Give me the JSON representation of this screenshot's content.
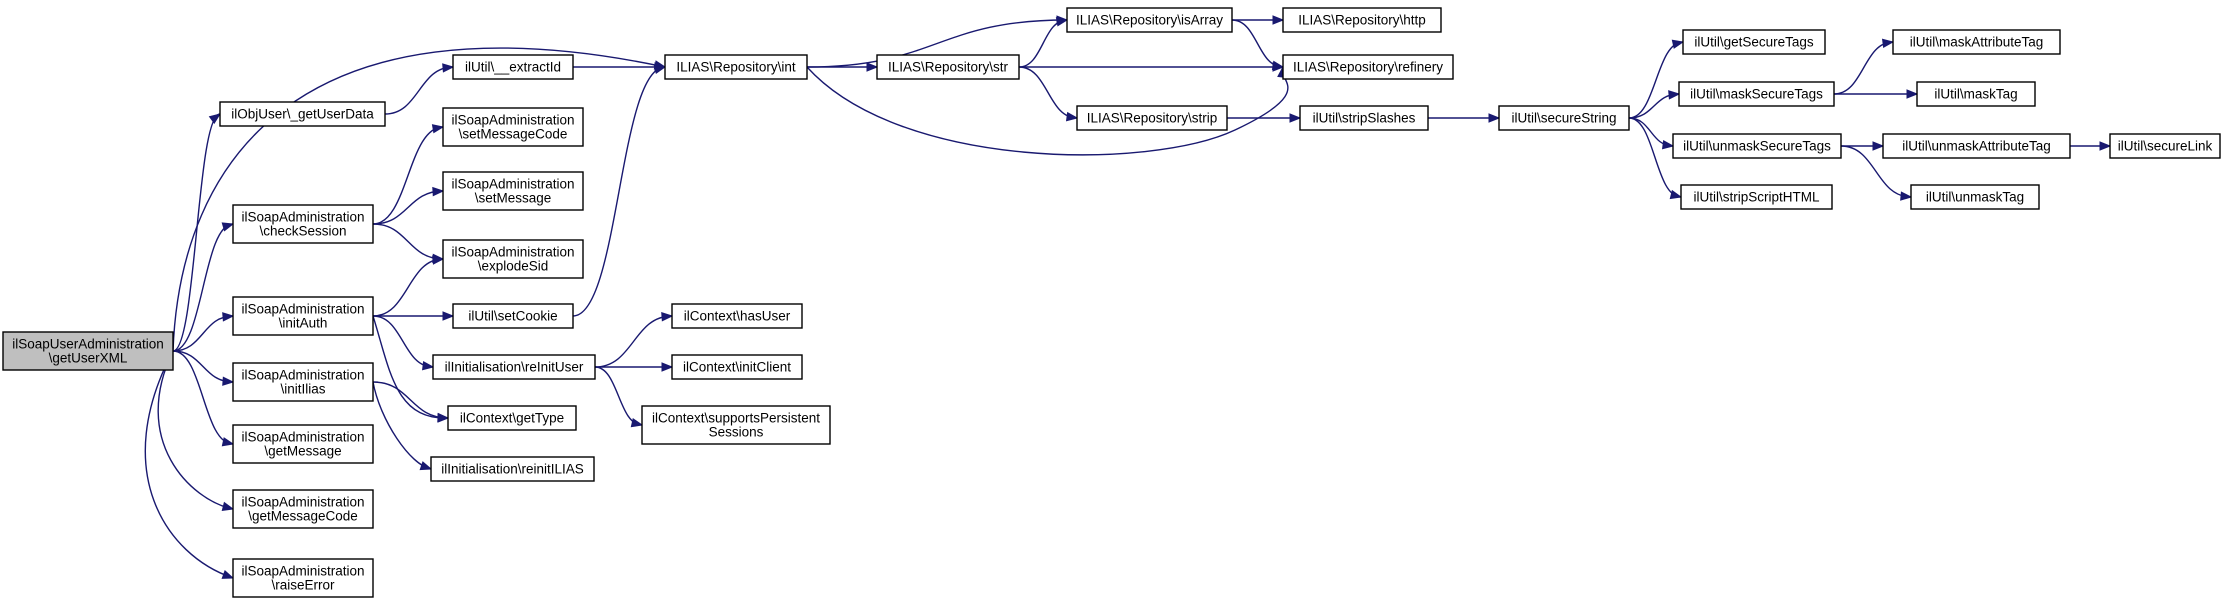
{
  "diagram": {
    "nodes": [
      {
        "id": "root",
        "lines": [
          "ilSoapUserAdministration",
          "\\getUserXML"
        ],
        "root": true
      },
      {
        "id": "getUserData",
        "lines": [
          "ilObjUser\\_getUserData"
        ]
      },
      {
        "id": "checkSession",
        "lines": [
          "ilSoapAdministration",
          "\\checkSession"
        ]
      },
      {
        "id": "initAuth",
        "lines": [
          "ilSoapAdministration",
          "\\initAuth"
        ]
      },
      {
        "id": "initIlias",
        "lines": [
          "ilSoapAdministration",
          "\\initIlias"
        ]
      },
      {
        "id": "getMessage",
        "lines": [
          "ilSoapAdministration",
          "\\getMessage"
        ]
      },
      {
        "id": "getMessageCode",
        "lines": [
          "ilSoapAdministration",
          "\\getMessageCode"
        ]
      },
      {
        "id": "raiseError",
        "lines": [
          "ilSoapAdministration",
          "\\raiseError"
        ]
      },
      {
        "id": "extractId",
        "lines": [
          "ilUtil\\__extractId"
        ]
      },
      {
        "id": "setMessageCode",
        "lines": [
          "ilSoapAdministration",
          "\\setMessageCode"
        ]
      },
      {
        "id": "setMessage",
        "lines": [
          "ilSoapAdministration",
          "\\setMessage"
        ]
      },
      {
        "id": "explodeSid",
        "lines": [
          "ilSoapAdministration",
          "\\explodeSid"
        ]
      },
      {
        "id": "setCookie",
        "lines": [
          "ilUtil\\setCookie"
        ]
      },
      {
        "id": "reInitUser",
        "lines": [
          "ilInitialisation\\reInitUser"
        ]
      },
      {
        "id": "getType",
        "lines": [
          "ilContext\\getType"
        ]
      },
      {
        "id": "reinitILIAS",
        "lines": [
          "ilInitialisation\\reinitILIAS"
        ]
      },
      {
        "id": "repoInt",
        "lines": [
          "ILIAS\\Repository\\int"
        ]
      },
      {
        "id": "hasUser",
        "lines": [
          "ilContext\\hasUser"
        ]
      },
      {
        "id": "initClient",
        "lines": [
          "ilContext\\initClient"
        ]
      },
      {
        "id": "supportsPersistent",
        "lines": [
          "ilContext\\supportsPersistent",
          "Sessions"
        ]
      },
      {
        "id": "repoStr",
        "lines": [
          "ILIAS\\Repository\\str"
        ]
      },
      {
        "id": "repoIsArray",
        "lines": [
          "ILIAS\\Repository\\isArray"
        ]
      },
      {
        "id": "repoStrip",
        "lines": [
          "ILIAS\\Repository\\strip"
        ]
      },
      {
        "id": "repoHttp",
        "lines": [
          "ILIAS\\Repository\\http"
        ]
      },
      {
        "id": "repoRefinery",
        "lines": [
          "ILIAS\\Repository\\refinery"
        ]
      },
      {
        "id": "stripSlashes",
        "lines": [
          "ilUtil\\stripSlashes"
        ]
      },
      {
        "id": "secureString",
        "lines": [
          "ilUtil\\secureString"
        ]
      },
      {
        "id": "getSecureTags",
        "lines": [
          "ilUtil\\getSecureTags"
        ]
      },
      {
        "id": "maskSecureTags",
        "lines": [
          "ilUtil\\maskSecureTags"
        ]
      },
      {
        "id": "unmaskSecureTags",
        "lines": [
          "ilUtil\\unmaskSecureTags"
        ]
      },
      {
        "id": "stripScriptHTML",
        "lines": [
          "ilUtil\\stripScriptHTML"
        ]
      },
      {
        "id": "maskAttributeTag",
        "lines": [
          "ilUtil\\maskAttributeTag"
        ]
      },
      {
        "id": "maskTag",
        "lines": [
          "ilUtil\\maskTag"
        ]
      },
      {
        "id": "unmaskAttributeTag",
        "lines": [
          "ilUtil\\unmaskAttributeTag"
        ]
      },
      {
        "id": "unmaskTag",
        "lines": [
          "ilUtil\\unmaskTag"
        ]
      },
      {
        "id": "secureLink",
        "lines": [
          "ilUtil\\secureLink"
        ]
      }
    ],
    "edges": [
      [
        "root",
        "repoInt"
      ],
      [
        "root",
        "getUserData"
      ],
      [
        "root",
        "checkSession"
      ],
      [
        "root",
        "initAuth"
      ],
      [
        "root",
        "initIlias"
      ],
      [
        "root",
        "getMessage"
      ],
      [
        "root",
        "getMessageCode"
      ],
      [
        "root",
        "raiseError"
      ],
      [
        "getUserData",
        "extractId"
      ],
      [
        "extractId",
        "repoInt"
      ],
      [
        "checkSession",
        "setMessageCode"
      ],
      [
        "checkSession",
        "setMessage"
      ],
      [
        "checkSession",
        "explodeSid"
      ],
      [
        "initAuth",
        "explodeSid"
      ],
      [
        "initAuth",
        "setCookie"
      ],
      [
        "initAuth",
        "reInitUser"
      ],
      [
        "initAuth",
        "getType"
      ],
      [
        "initIlias",
        "getType"
      ],
      [
        "initIlias",
        "reinitILIAS"
      ],
      [
        "setCookie",
        "repoInt"
      ],
      [
        "reInitUser",
        "hasUser"
      ],
      [
        "reInitUser",
        "initClient"
      ],
      [
        "reInitUser",
        "supportsPersistent"
      ],
      [
        "repoInt",
        "repoStr"
      ],
      [
        "repoInt",
        "repoIsArray"
      ],
      [
        "repoInt",
        "repoRefinery"
      ],
      [
        "repoStr",
        "repoIsArray"
      ],
      [
        "repoStr",
        "repoRefinery"
      ],
      [
        "repoStr",
        "repoStrip"
      ],
      [
        "repoIsArray",
        "repoHttp"
      ],
      [
        "repoIsArray",
        "repoRefinery"
      ],
      [
        "repoStrip",
        "stripSlashes"
      ],
      [
        "stripSlashes",
        "secureString"
      ],
      [
        "secureString",
        "getSecureTags"
      ],
      [
        "secureString",
        "maskSecureTags"
      ],
      [
        "secureString",
        "unmaskSecureTags"
      ],
      [
        "secureString",
        "stripScriptHTML"
      ],
      [
        "maskSecureTags",
        "maskAttributeTag"
      ],
      [
        "maskSecureTags",
        "maskTag"
      ],
      [
        "unmaskSecureTags",
        "unmaskAttributeTag"
      ],
      [
        "unmaskSecureTags",
        "unmaskTag"
      ],
      [
        "unmaskAttributeTag",
        "secureLink"
      ]
    ]
  }
}
